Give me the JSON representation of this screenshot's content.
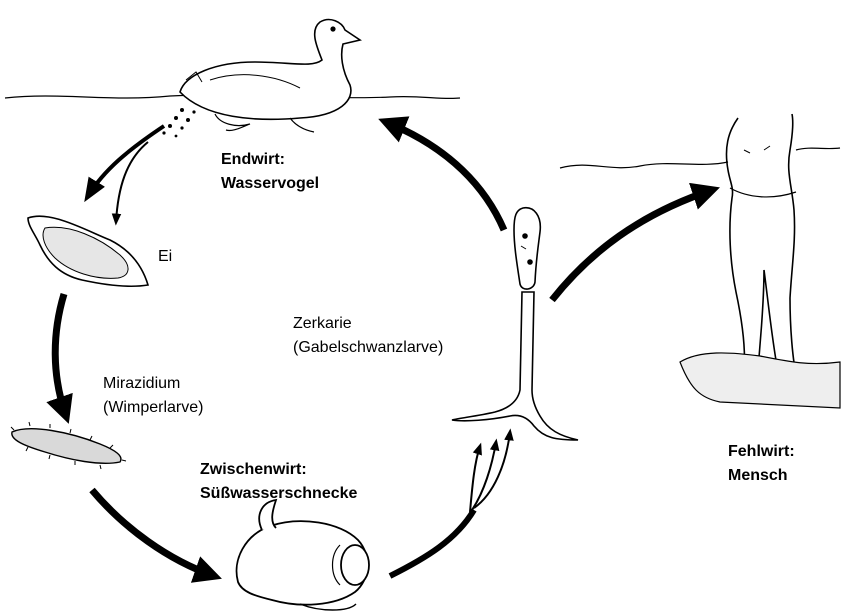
{
  "labels": {
    "definitive_host": {
      "line1": "Endwirt:",
      "line2": "Wasservogel"
    },
    "egg": "Ei",
    "cercaria": {
      "line1": "Zerkarie",
      "line2": "(Gabelschwanzlarve)"
    },
    "miracidium": {
      "line1": "Mirazidium",
      "line2": "(Wimperlarve)"
    },
    "intermediate_host": {
      "line1": "Zwischenwirt:",
      "line2": "Süßwasserschnecke"
    },
    "accidental_host": {
      "line1": "Fehlwirt:",
      "line2": "Mensch"
    }
  },
  "icons": [
    "duck-icon",
    "egg-icon",
    "miracidium-icon",
    "snail-icon",
    "cercaria-icon",
    "human-icon"
  ],
  "colors": {
    "ink": "#000000",
    "background": "#ffffff"
  }
}
